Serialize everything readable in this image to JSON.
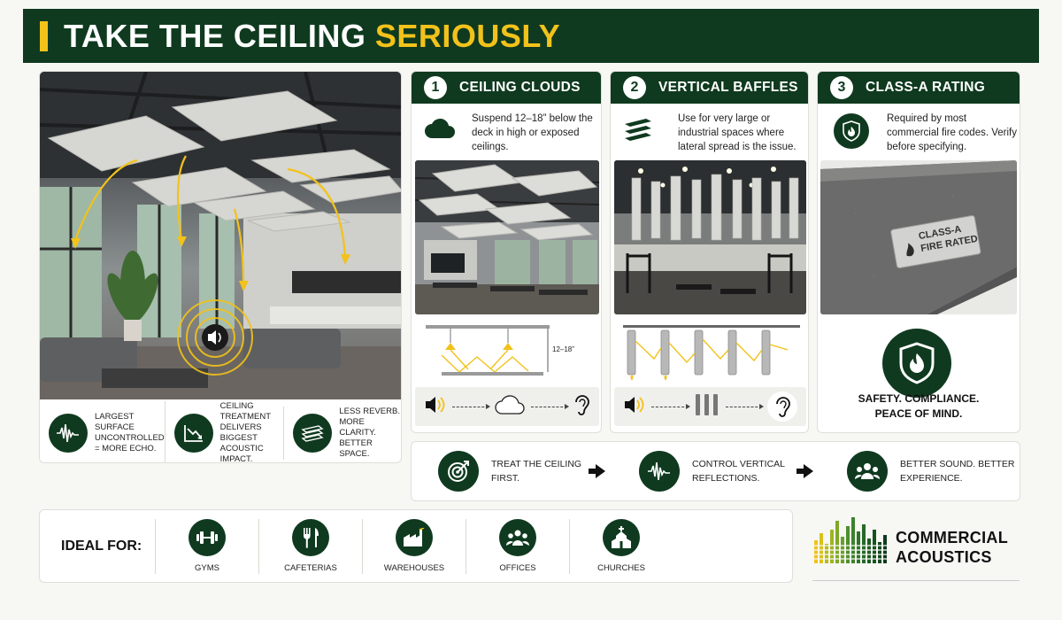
{
  "header": {
    "title_main": "TAKE THE CEILING ",
    "title_accent": "SERIOUSLY"
  },
  "hero": {
    "stats": [
      {
        "icon": "sound-wave-icon",
        "text": "LARGEST SURFACE UNCONTROLLED = MORE ECHO."
      },
      {
        "icon": "impact-chart-icon",
        "text": "CEILING TREATMENT DELIVERS BIGGEST ACOUSTIC IMPACT."
      },
      {
        "icon": "layers-icon",
        "text": "LESS REVERB. MORE CLARITY. BETTER SPACE."
      }
    ]
  },
  "columns": [
    {
      "num": "1",
      "title": "CEILING CLOUDS",
      "desc": "Suspend 12–18” below the deck in high or exposed ceilings.",
      "icon": "cloud-icon",
      "dim_label": "12–18”"
    },
    {
      "num": "2",
      "title": "VERTICAL BAFFLES",
      "desc": "Use for very large or industrial spaces where lateral spread is the issue.",
      "icon": "baffles-icon"
    },
    {
      "num": "3",
      "title": "CLASS-A RATING",
      "desc": "Required by most commercial fire codes. Verify before specifying.",
      "icon": "fire-shield-icon",
      "panel_label": "CLASS-A FIRE RATED",
      "safety_line1": "SAFETY. COMPLIANCE.",
      "safety_line2": "PEACE OF MIND."
    }
  ],
  "steps": [
    {
      "icon": "target-icon",
      "text": "TREAT THE CEILING FIRST."
    },
    {
      "icon": "sound-wave-icon",
      "text": "CONTROL VERTICAL REFLECTIONS."
    },
    {
      "icon": "people-icon",
      "text": "BETTER SOUND. BETTER EXPERIENCE."
    }
  ],
  "ideal": {
    "label": "IDEAL FOR:",
    "uses": [
      {
        "icon": "dumbbell-icon",
        "label": "GYMS"
      },
      {
        "icon": "utensils-icon",
        "label": "CAFETERIAS"
      },
      {
        "icon": "factory-icon",
        "label": "WAREHOUSES"
      },
      {
        "icon": "team-icon",
        "label": "OFFICES"
      },
      {
        "icon": "church-icon",
        "label": "CHURCHES"
      }
    ]
  },
  "logo": {
    "line1": "COMMERCIAL",
    "line2": "ACOUSTICS"
  },
  "colors": {
    "brand_green": "#0f3a1f",
    "accent_yellow": "#f2c21b"
  }
}
